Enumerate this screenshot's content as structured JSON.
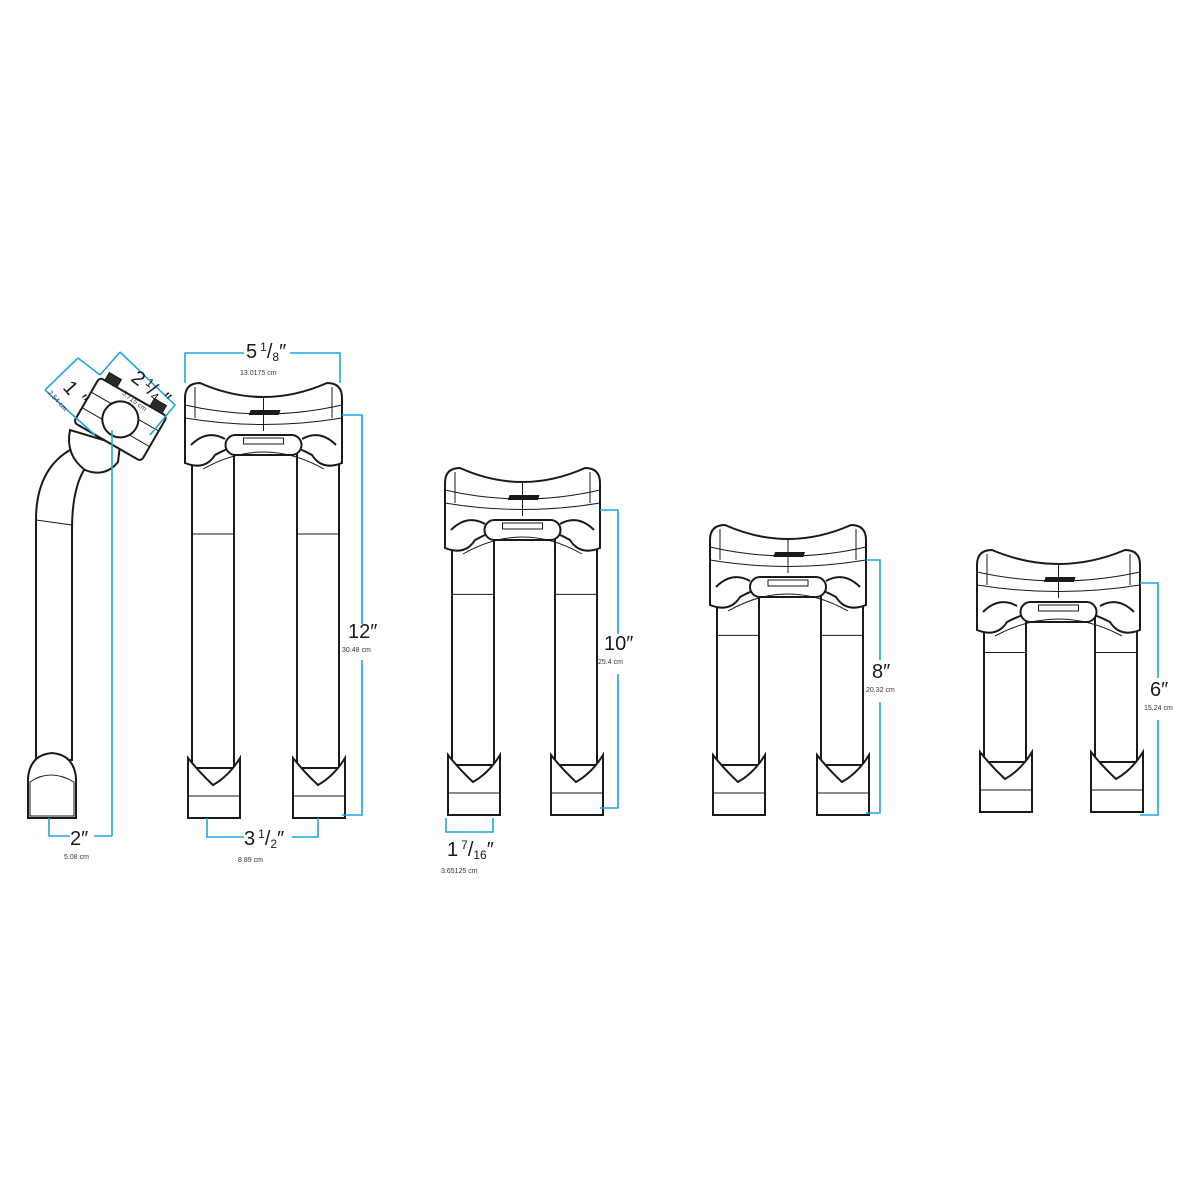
{
  "dimensions": {
    "clamp_diameter": {
      "whole": "1",
      "num": "",
      "den": "",
      "unit": "″",
      "cm": "2.54 cm"
    },
    "clamp_width": {
      "whole": "2",
      "num": "1",
      "den": "4",
      "unit": "″",
      "cm": "5.715 cm"
    },
    "pullback": {
      "whole": "2",
      "num": "",
      "den": "",
      "unit": "″",
      "cm": "5.08 cm"
    },
    "top_width": {
      "whole": "5",
      "num": "1",
      "den": "8",
      "unit": "″",
      "cm": "13.0175 cm"
    },
    "leg_spacing": {
      "whole": "3",
      "num": "1",
      "den": "2",
      "unit": "″",
      "cm": "8.89 cm"
    },
    "foot_width": {
      "whole": "1",
      "num": "7",
      "den": "16",
      "unit": "″",
      "cm": "3.65125 cm"
    },
    "height_12": {
      "whole": "12",
      "num": "",
      "den": "",
      "unit": "″",
      "cm": "30.48 cm"
    },
    "height_10": {
      "whole": "10",
      "num": "",
      "den": "",
      "unit": "″",
      "cm": "25.4 cm"
    },
    "height_8": {
      "whole": "8",
      "num": "",
      "den": "",
      "unit": "″",
      "cm": "20.32 cm"
    },
    "height_6": {
      "whole": "6",
      "num": "",
      "den": "",
      "unit": "″",
      "cm": "15.24 cm"
    }
  },
  "colors": {
    "dimension_line": "#1ea7e1",
    "outline": "#1a1a1a"
  }
}
